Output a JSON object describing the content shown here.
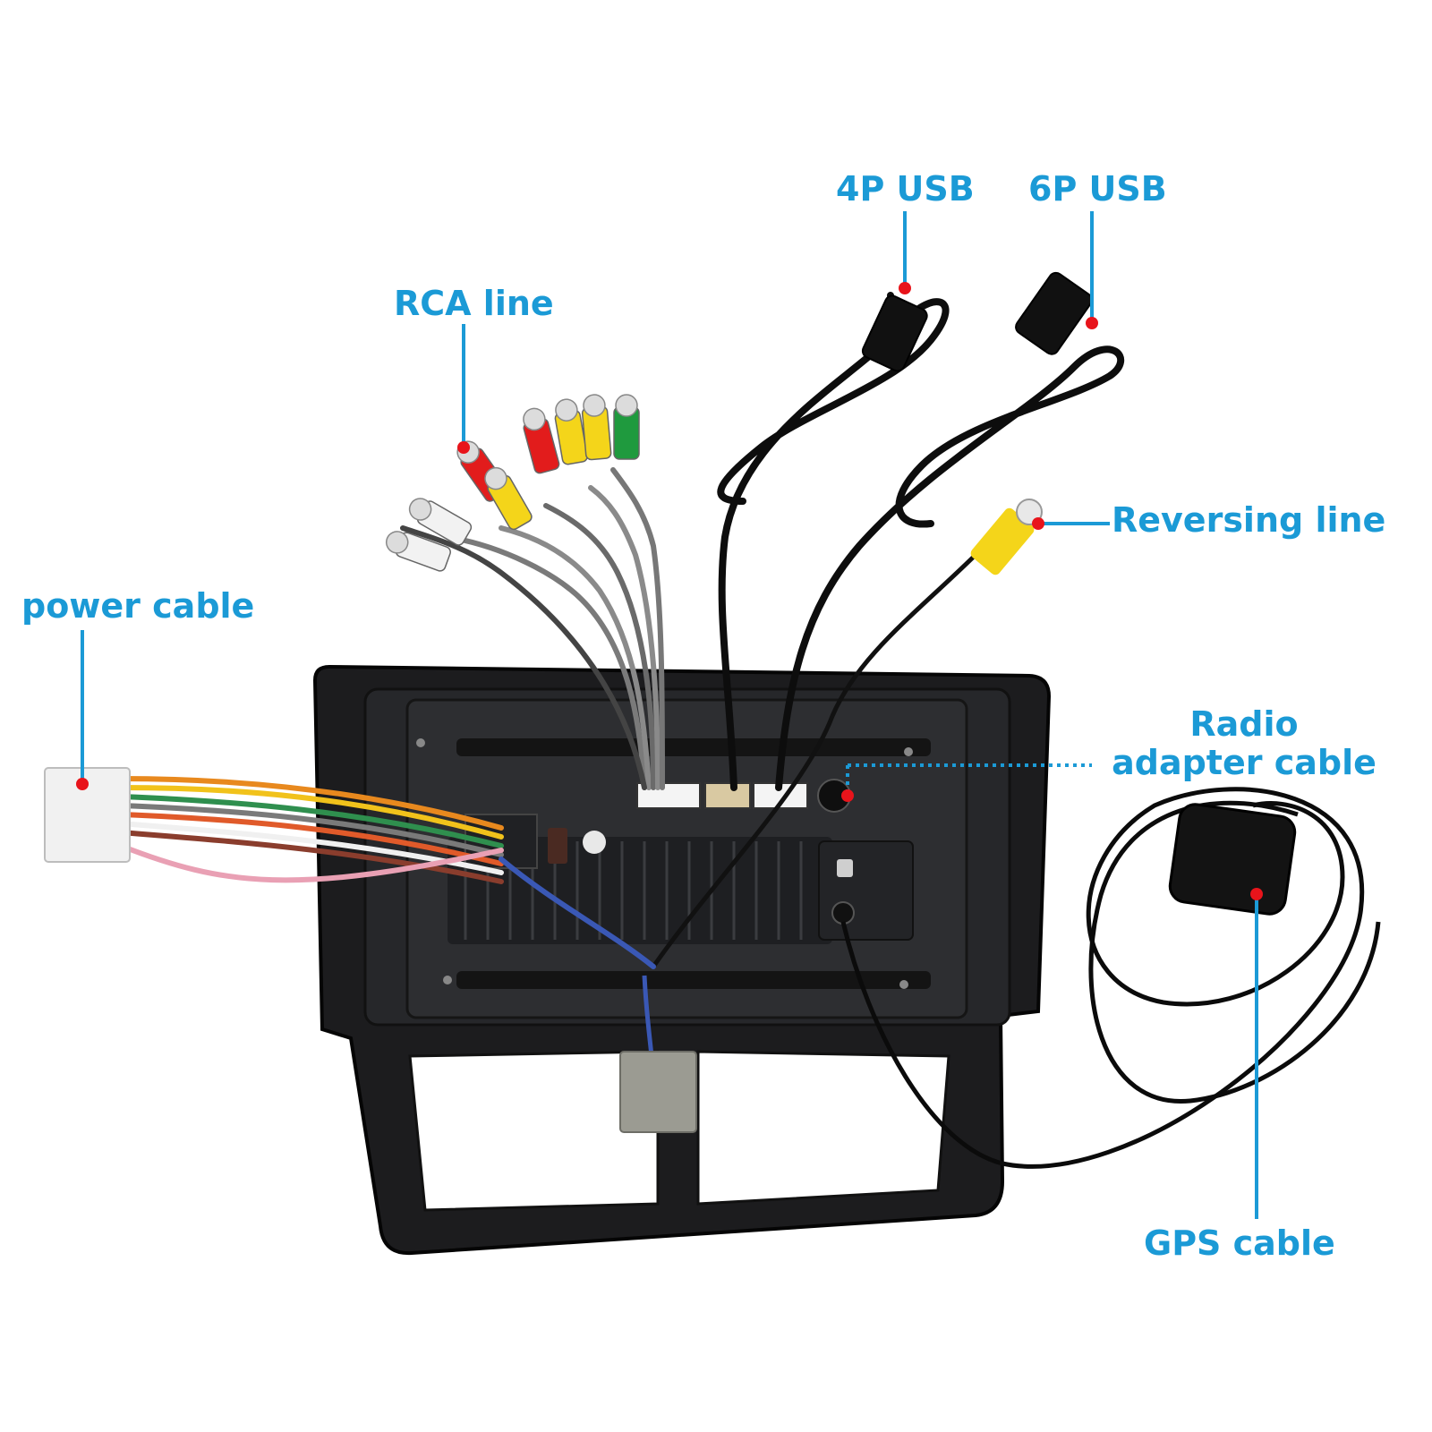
{
  "colors": {
    "label": "#1b9ad6",
    "leader": "#1b9ad6",
    "marker": "#e8141b",
    "frame": "#1c1c1e",
    "cable": "#0d0d0d"
  },
  "labels": {
    "usb_4p": "4P USB",
    "usb_6p": "6P USB",
    "rca_line": "RCA line",
    "reversing_line": "Reversing line",
    "power_cable": "power cable",
    "radio_adapter_line1": "Radio",
    "radio_adapter_line2": "adapter cable",
    "gps_cable": "GPS cable"
  },
  "rca_plug_colors": [
    "#f2f2f2",
    "#f2f2f2",
    "#e21c1c",
    "#f4d51a",
    "#e21c1c",
    "#f4d51a",
    "#f4d51a",
    "#1f9a3e"
  ],
  "power_wire_colors": [
    "#e8891e",
    "#f1c21b",
    "#2f8f4e",
    "#7a7a7a",
    "#e05a2a",
    "#f0f0f0",
    "#8a3d2d",
    "#e9a0b4",
    "#3a58b5"
  ]
}
